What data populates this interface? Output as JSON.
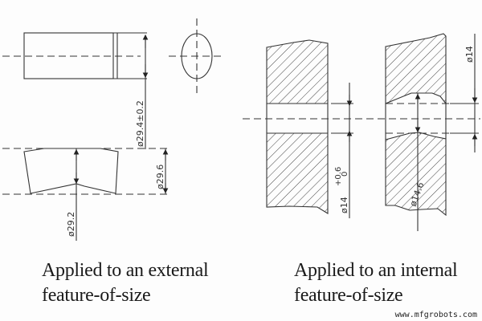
{
  "diagram": {
    "left_panel": {
      "caption_line1": "Applied to an external",
      "caption_line2": "feature-of-size",
      "dimensions": {
        "top_dia": "ø29.4±0.2",
        "right_dia": "ø29.6",
        "bottom_dia": "ø29.2"
      }
    },
    "right_panel": {
      "caption_line1": "Applied to an internal",
      "caption_line2": "feature-of-size",
      "dimensions": {
        "hole_dia": "ø14",
        "hole_tol_upper": "+0.6",
        "hole_tol_lower": "0",
        "deformed_max": "ø14.6",
        "deformed_min": "ø14"
      }
    },
    "watermark": "www.mfgrobots.com",
    "colors": {
      "line": "#333333",
      "background": "#fdfdfd",
      "text": "#1a1a1a"
    }
  }
}
